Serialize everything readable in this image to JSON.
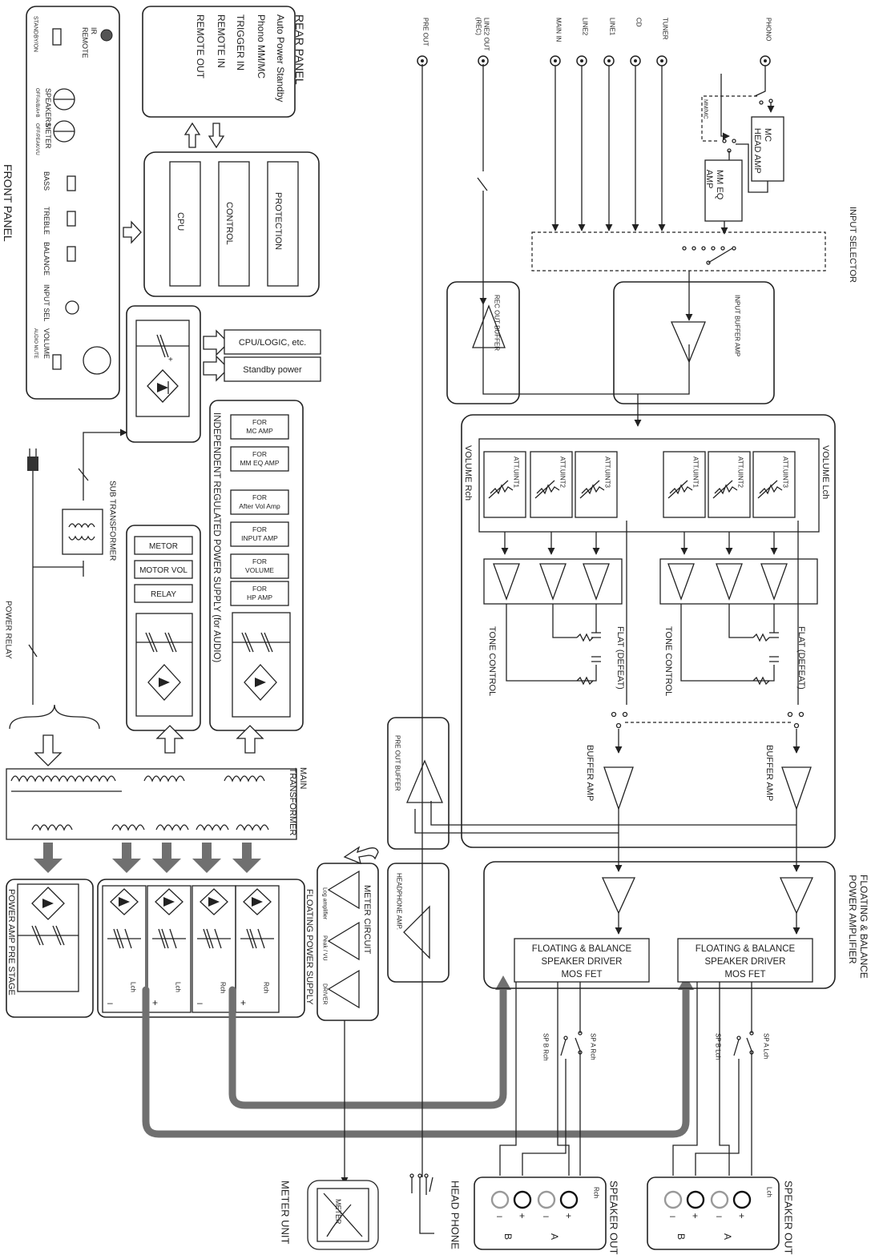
{
  "front_panel": {
    "title": "FRONT PANEL",
    "ir_remote": "IR\nREMOTE",
    "standby_on": "STANDBY/ON",
    "speakers": "SPEAKERS",
    "speakers_sub": "OFF/A/B/A+B",
    "meter": "METER",
    "meter_sub": "OFF/PEAK/VU",
    "bass": "BASS",
    "treble": "TREBLE",
    "balance": "BALANCE",
    "input_sel": "INPUT SEL",
    "volume": "VOLUME",
    "audio_mute": "AUDIO MUTE"
  },
  "rear_panel": {
    "title": "REAR PANEL",
    "items": [
      "Auto Power Standby",
      "Phono MM/MC",
      "TRIGGER IN",
      "REMOTE IN",
      "REMOTE OUT"
    ]
  },
  "cpu_block": {
    "protection": "PROTECTION",
    "control": "CONTROL",
    "cpu": "CPU"
  },
  "standby_supply": {
    "cpu_logic": "CPU/LOGIC, etc.",
    "standby_power": "Standby power"
  },
  "indep_supply": {
    "title": "INDEPENDENT REGULATED POWER SUPPLY (for AUDIO)",
    "items": [
      "FOR\nMC AMP",
      "FOR\nMM EQ AMP",
      "FOR\nAfter Vol Amp",
      "FOR\nINPUT AMP",
      "FOR\nVOLUME",
      "FOR\nHP AMP"
    ]
  },
  "aux_supply": {
    "items": [
      "METOR",
      "MOTOR VOL",
      "RELAY"
    ]
  },
  "sub_transformer": "SUB TRANSFORMER",
  "power_relay": "POWER RELAY",
  "main_transformer": "MAIN\nTRANSFORMER",
  "power_amp_pre_stage": "POWER AMP PRE STAGE",
  "floating_power_supply": {
    "title": "FLOATING POWER SUPPLY",
    "cells": [
      {
        "sign": "–",
        "ch": "Lch"
      },
      {
        "sign": "+",
        "ch": "Lch"
      },
      {
        "sign": "–",
        "ch": "Rch"
      },
      {
        "sign": "+",
        "ch": "Rch"
      }
    ]
  },
  "meter_circuit": {
    "title": "METER CIRCUIT",
    "log_amp": "Log amplifier",
    "peak_vu": "Peak / VU",
    "driver": "DRIVER"
  },
  "meter_unit": {
    "label": "METER UNIT",
    "inner": "METER"
  },
  "headphone_amp": "HEADPHONE AMP.",
  "head_phone": "HEAD PHONE",
  "pre_out_buffer": "PRE OUT BUFFER",
  "inputs": {
    "pre_out": "PRE OUT",
    "line2_out": "LINE2 OUT\n(REC)",
    "main_in": "MAIN IN",
    "line2": "LINE2",
    "line1": "LINE1",
    "cd": "CD",
    "tuner": "TUNER",
    "phono": "PHONO"
  },
  "phono": {
    "mm_mc": "MM/MC",
    "mc_head_amp": "MC\nHEAD AMP",
    "mm_eq_amp": "MM EQ\nAMP"
  },
  "input_selector": "INPUT SELECTOR",
  "rec_out_buffer": "REC OUT BUFFER",
  "input_buffer_amp": "INPUT BUFFER AMP",
  "volume": {
    "lch": "VOLUME Lch",
    "rch": "VOLUME Rch",
    "att_units": [
      "ATT.UINT1",
      "ATT.UINT2",
      "ATT.UINT3"
    ]
  },
  "tone_control": "TONE CONTROL",
  "flat_defeat": "FLAT (DEFEAT)",
  "buffer_amp": "BUFFER AMP",
  "power_amplifier": {
    "title": "FLOATING & BALANCE\nPOWER AMPLIFIER",
    "driver": "FLOATING & BALANCE\nSPEAKER DRIVER\nMOS FET"
  },
  "speaker_switches": {
    "rch": [
      "SP A  Rch",
      "SP B  Rch"
    ],
    "lch": [
      "SP A  Lch",
      "SP B  Lch"
    ]
  },
  "speaker_out": {
    "label": "SPEAKER OUT",
    "rch": "Rch",
    "lch": "Lch",
    "terminals": [
      "+",
      "–",
      "+",
      "–"
    ],
    "groups": [
      "A",
      "B"
    ]
  }
}
